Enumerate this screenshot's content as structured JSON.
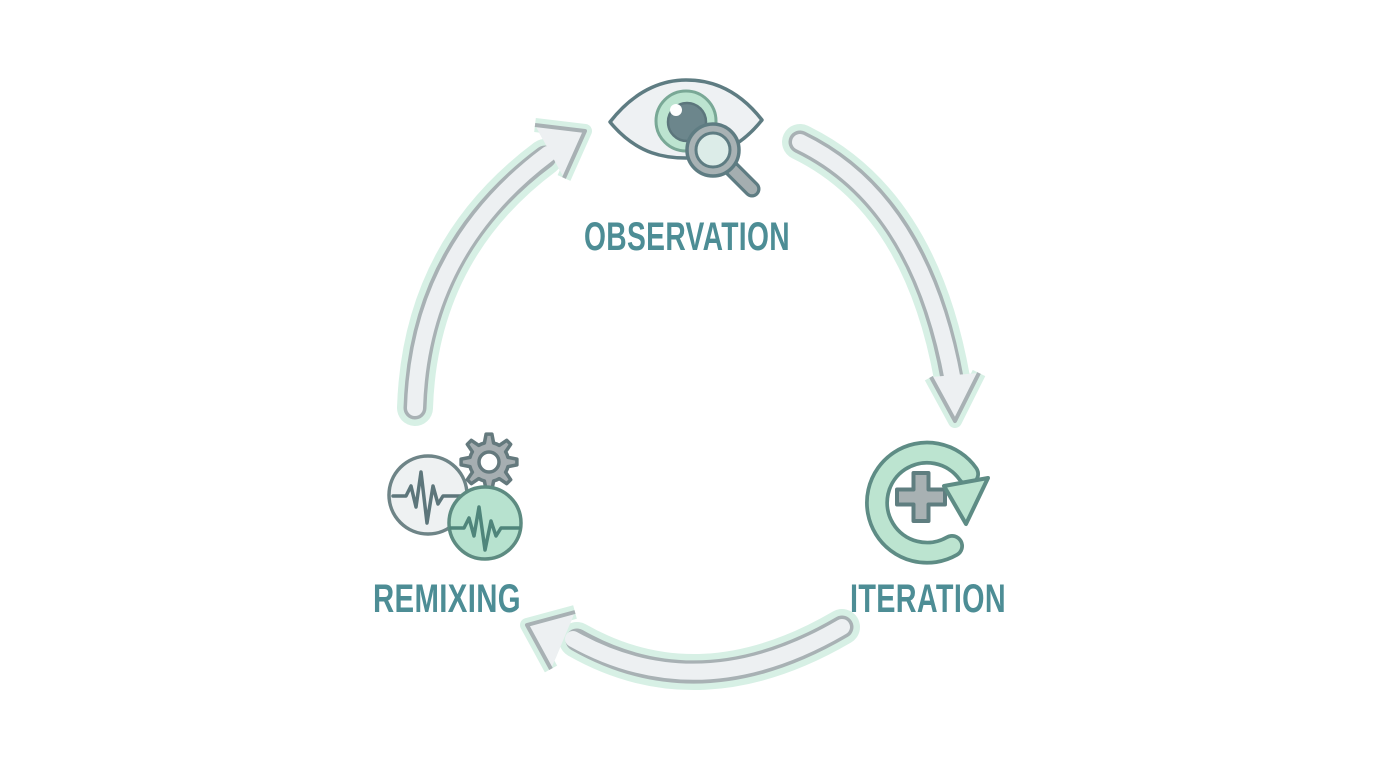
{
  "diagram": {
    "type": "cycle",
    "background": "#ffffff",
    "nodes": [
      {
        "id": "observation",
        "label": "OBSERVATION",
        "icon": "eye-magnifier-icon",
        "position": "top"
      },
      {
        "id": "iteration",
        "label": "ITERATION",
        "icon": "circular-arrow-plus-icon",
        "position": "bottom-right"
      },
      {
        "id": "remixing",
        "label": "REMIXING",
        "icon": "gear-waveform-circles-icon",
        "position": "bottom-left"
      }
    ],
    "flow": [
      "observation -> iteration",
      "iteration -> remixing",
      "remixing -> observation"
    ],
    "colors": {
      "label_teal": "#4d8d95",
      "mint": "#bce4d0",
      "mint_glow": "#d7f0e5",
      "arrow_body": "#edf0f2",
      "arrow_outline": "#a8b1b4",
      "dark_outline": "#5e7c82",
      "gray_fill": "#a6aeb1"
    }
  }
}
